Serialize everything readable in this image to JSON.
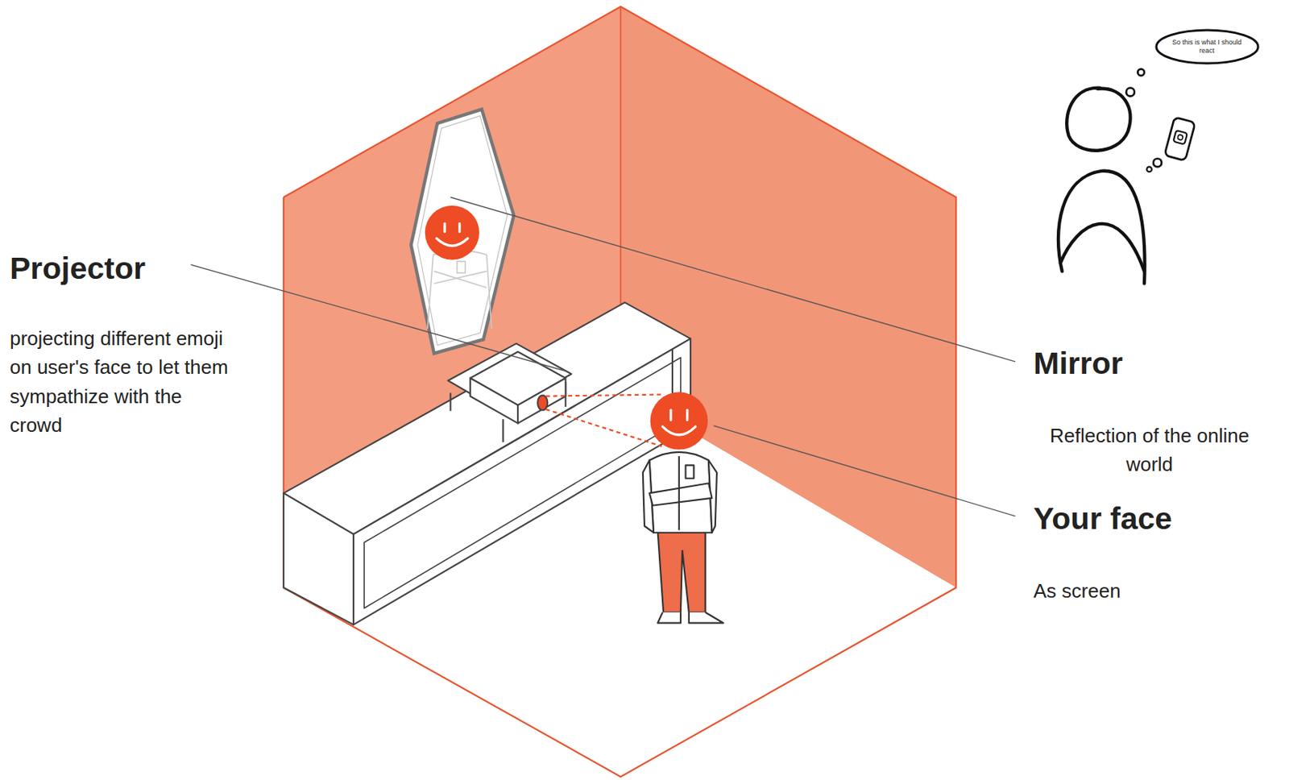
{
  "diagram": {
    "nodes": [
      {
        "text": [
          "So this is what I should react"
        ]
      }
    ],
    "labels": [
      "Projector",
      "projecting different emoji on user's face to let them sympathize with the crowd",
      "Mirror",
      "Reflection of the online world",
      "Your face",
      "As screen"
    ]
  }
}
